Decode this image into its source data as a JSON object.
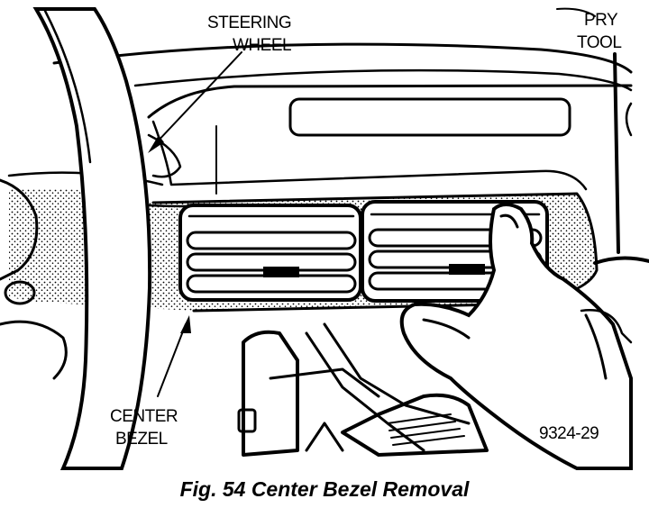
{
  "labels": {
    "steering_wheel_line1": "STEERING",
    "steering_wheel_line2": "WHEEL",
    "pry_tool_line1": "PRY",
    "pry_tool_line2": "TOOL",
    "center_bezel_line1": "CENTER",
    "center_bezel_line2": "BEZEL",
    "figure_code": "9324-29"
  },
  "caption": "Fig. 54 Center Bezel Removal"
}
